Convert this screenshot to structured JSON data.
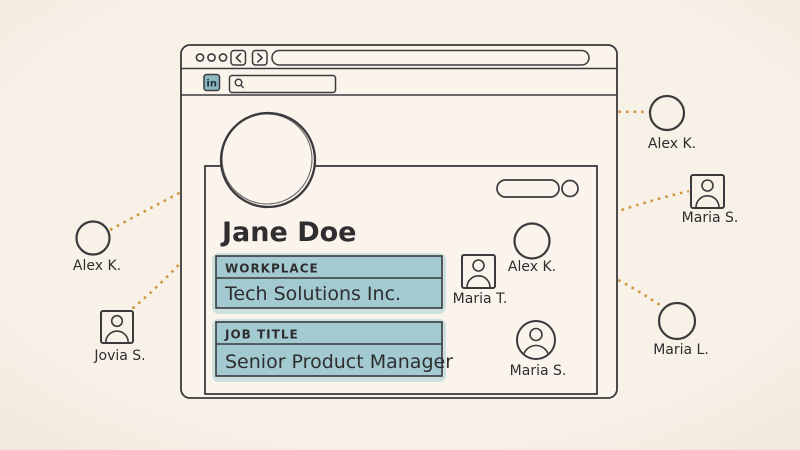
{
  "scene": {
    "background_color": "#f7efe6",
    "ink_color": "#3a3a3c",
    "teal_fill": "#a3cad0",
    "teal_halo": "#bcd9dc",
    "logo_teal": "#8cb9c1",
    "dot_color": "#d1973f"
  },
  "browser": {
    "logo_text": "in",
    "search_value": "",
    "url_value": ""
  },
  "profile": {
    "name": "Jane Doe",
    "fields": [
      {
        "label": "WORKPLACE",
        "value": "Tech Solutions Inc."
      },
      {
        "label": "JOB TITLE",
        "value": "Senior Product Manager"
      }
    ]
  },
  "network": {
    "internal_nodes": [
      {
        "name": "Alex K.",
        "icon": "plain-circle"
      },
      {
        "name": "Maria T.",
        "icon": "person-square"
      },
      {
        "name": "Maria S.",
        "icon": "person-circle"
      }
    ],
    "external_nodes": [
      {
        "name": "Alex K.",
        "side": "left",
        "icon": "plain-circle"
      },
      {
        "name": "Jovia S.",
        "side": "left",
        "icon": "person-square"
      },
      {
        "name": "Alex K.",
        "side": "top-right",
        "icon": "plain-circle"
      },
      {
        "name": "Maria S.",
        "side": "right",
        "icon": "person-square"
      },
      {
        "name": "Maria L.",
        "side": "right",
        "icon": "plain-circle"
      }
    ],
    "connection_count": 8
  }
}
